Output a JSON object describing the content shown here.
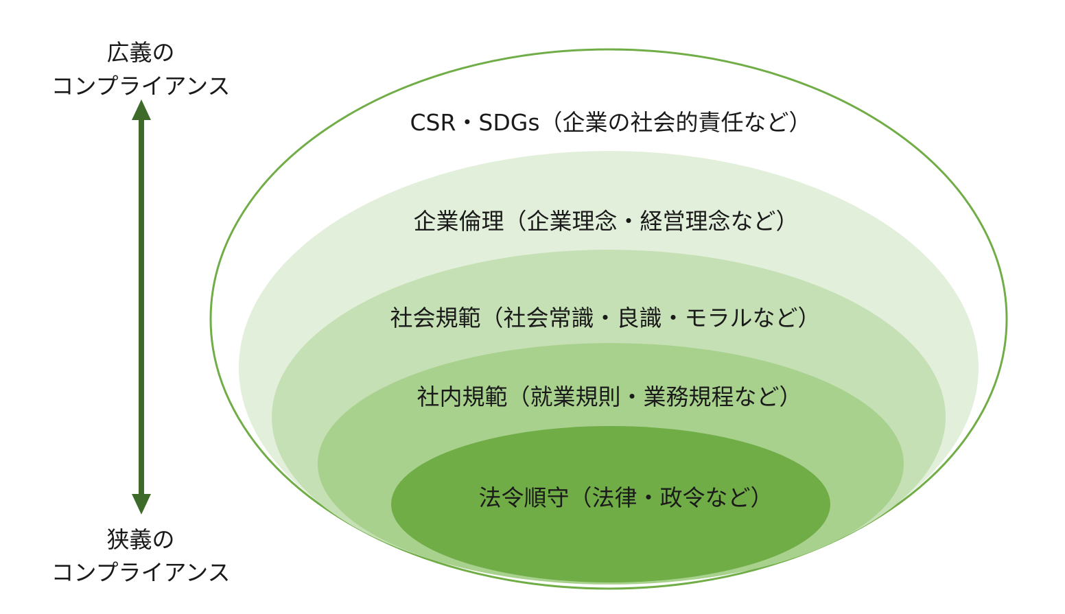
{
  "side_labels": {
    "top_line1": "広義の",
    "top_line2": "コンプライアンス",
    "bottom_line1": "狭義の",
    "bottom_line2": "コンプライアンス"
  },
  "layers": [
    {
      "label": "CSR・SDGs（企業の社会的責任など）",
      "color": "#ffffff"
    },
    {
      "label": "企業倫理（企業理念・経営理念など）",
      "color": "#e2efda"
    },
    {
      "label": "社会規範（社会常識・良識・モラルなど）",
      "color": "#c5e0b4"
    },
    {
      "label": "社内規範（就業規則・業務規程など）",
      "color": "#a9d18e"
    },
    {
      "label": "法令順守（法律・政令など）",
      "color": "#70ad47"
    }
  ],
  "colors": {
    "outline": "#70ad47",
    "arrow": "#3e6b2a"
  }
}
